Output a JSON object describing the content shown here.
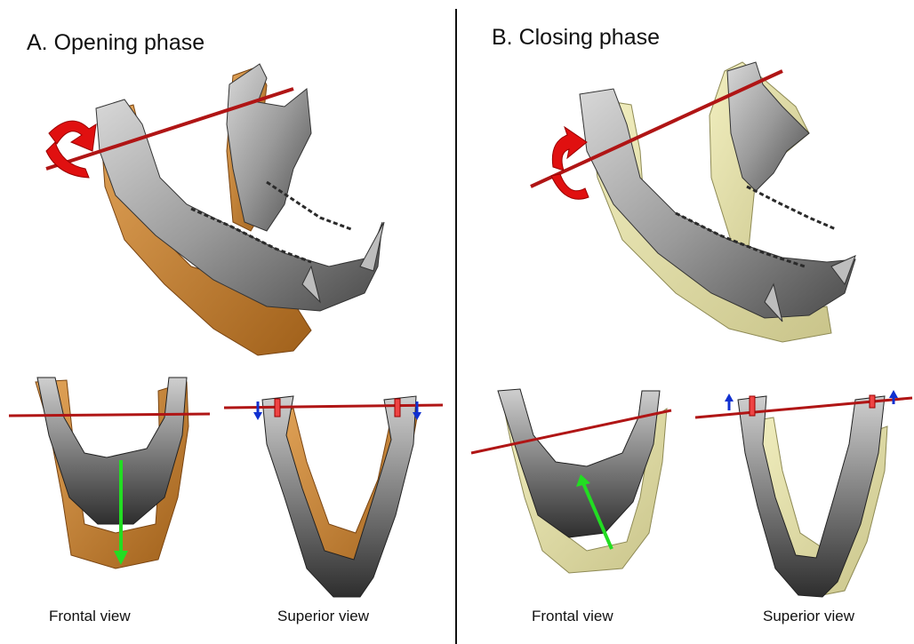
{
  "panels": [
    {
      "title": "A. Opening phase",
      "captions": [
        "Frontal view",
        "Superior view"
      ]
    },
    {
      "title": "B. Closing phase",
      "captions": [
        "Frontal view",
        "Superior view"
      ]
    }
  ],
  "colors": {
    "bone_gray": "#9c9c9c",
    "bone_gray_dark": "#4a4a4a",
    "opening_overlay": "#c8862e",
    "closing_overlay": "#e6e2a6",
    "rotation_axis": "#b01515",
    "rotation_arrow": "#e01010",
    "motion_vector": "#22dd22",
    "condyle_arrow": "#1030d0"
  }
}
